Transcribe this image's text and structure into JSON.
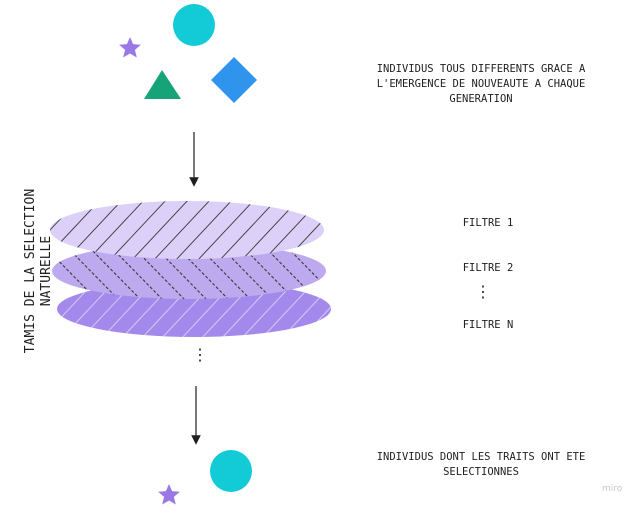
{
  "colors": {
    "circle": "#12cbd6",
    "star": "#9a78e6",
    "triangle": "#17a378",
    "diamond": "#2f95ec",
    "filter_top": "#dcd0f9",
    "filter_middle": "#bda9ee",
    "filter_bottom": "#a489ec",
    "hatch": "#3a3a3a"
  },
  "icons": {
    "top_group": [
      "circle",
      "star",
      "triangle",
      "diamond"
    ],
    "bottom_group": [
      "circle",
      "star"
    ]
  },
  "labels": {
    "top_description": "INDIVIDUS TOUS DIFFERENTS GRACE A\nL'EMERGENCE DE NOUVEAUTE A CHAQUE\nGENERATION",
    "filter_1": "FILTRE 1",
    "filter_2": "FILTRE 2",
    "filter_n": "FILTRE N",
    "filter_ellipsis": "⋮",
    "stack_ellipsis": "⋮",
    "side_title": "TAMIS DE LA SELECTION\nNATURELLE",
    "bottom_description": "INDIVIDUS DONT LES TRAITS ONT ETE\nSELECTIONNES"
  },
  "watermark": "miro"
}
